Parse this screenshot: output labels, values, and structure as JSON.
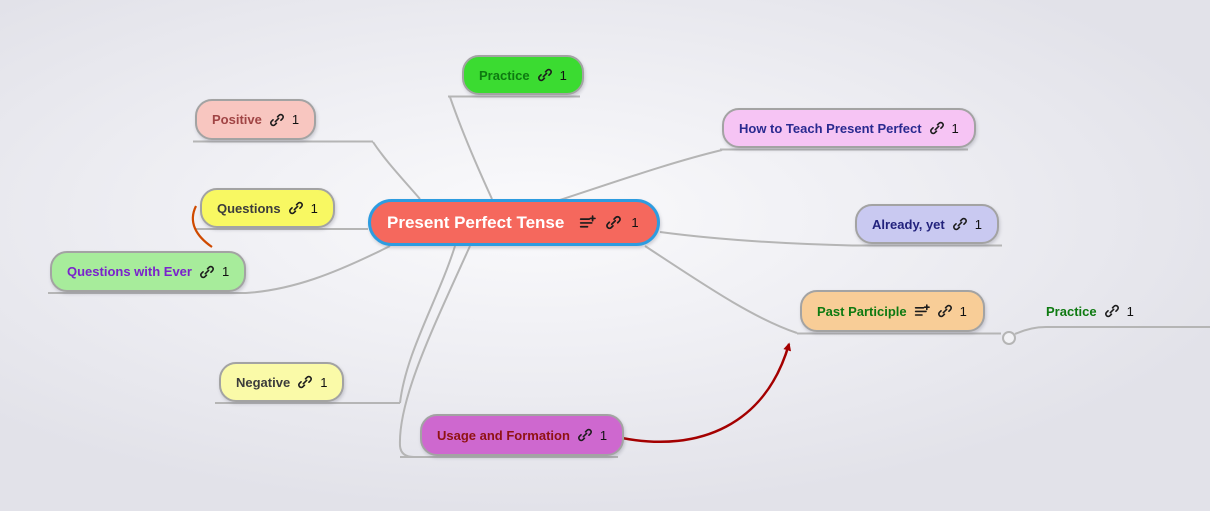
{
  "mindmap": {
    "root": {
      "id": "root",
      "label": "Present Perfect Tense",
      "link_count": "1",
      "has_notes": true,
      "bg": "#f5685d",
      "border_color": "#2d9ce0",
      "text_color": "#ffffff"
    },
    "nodes": [
      {
        "id": "practice-top",
        "label": "Practice",
        "link_count": "1",
        "bg": "#3bdb31",
        "text_color": "#0e7a11"
      },
      {
        "id": "positive",
        "label": "Positive",
        "link_count": "1",
        "bg": "#f8c6c0",
        "text_color": "#a04444"
      },
      {
        "id": "how-to-teach",
        "label": "How to Teach Present Perfect",
        "link_count": "1",
        "bg": "#f6c4f4",
        "text_color": "#2a2a90"
      },
      {
        "id": "questions",
        "label": "Questions",
        "link_count": "1",
        "bg": "#f8f862",
        "text_color": "#3c3c3c"
      },
      {
        "id": "already-yet",
        "label": "Already, yet",
        "link_count": "1",
        "bg": "#c9c9f1",
        "text_color": "#23237d"
      },
      {
        "id": "questions-with-ever",
        "label": "Questions with Ever",
        "link_count": "1",
        "bg": "#a7ec9b",
        "text_color": "#7a22cc"
      },
      {
        "id": "past-participle",
        "label": "Past Participle",
        "link_count": "1",
        "has_notes": true,
        "bg": "#f8cd97",
        "text_color": "#0e7a11"
      },
      {
        "id": "practice-child",
        "label": "Practice",
        "link_count": "1",
        "bg": "transparent",
        "text_color": "#0e7a11"
      },
      {
        "id": "negative",
        "label": "Negative",
        "link_count": "1",
        "bg": "#fafaa8",
        "text_color": "#3c3c3c"
      },
      {
        "id": "usage-formation",
        "label": "Usage and Formation",
        "link_count": "1",
        "bg": "#ce68cf",
        "text_color": "#8f1212"
      }
    ],
    "colors": {
      "connector": "#b5b5b5",
      "link_arrow": "#a40000",
      "secondary_arrow": "#cf4a00"
    }
  }
}
